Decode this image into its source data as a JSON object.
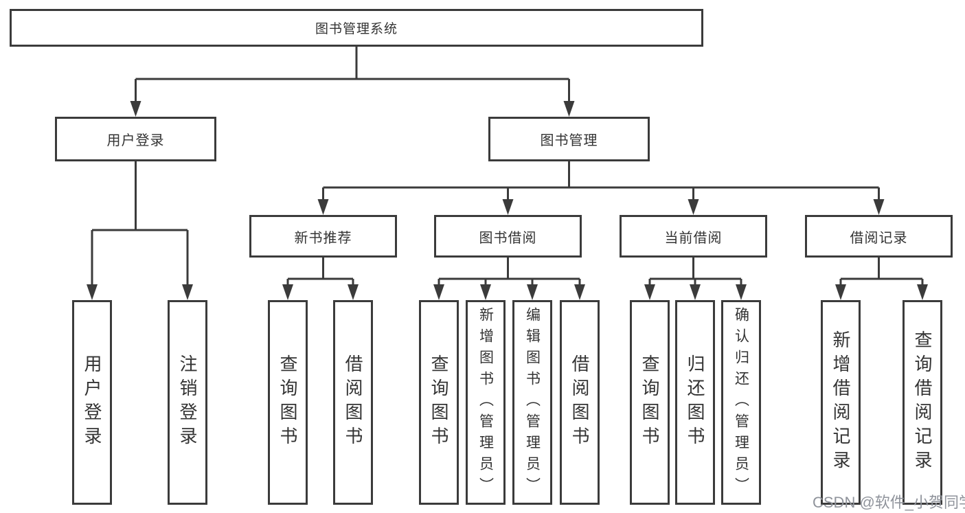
{
  "diagram": {
    "type": "tree",
    "root": {
      "label": "图书管理系统",
      "children": [
        {
          "label": "用户登录",
          "children": [
            {
              "label": "用户登录"
            },
            {
              "label": "注销登录"
            }
          ]
        },
        {
          "label": "图书管理",
          "children": [
            {
              "label": "新书推荐",
              "children": [
                {
                  "label": "查询图书"
                },
                {
                  "label": "借阅图书"
                }
              ]
            },
            {
              "label": "图书借阅",
              "children": [
                {
                  "label": "查询图书"
                },
                {
                  "label": "新增图书（管理员）"
                },
                {
                  "label": "编辑图书（管理员）"
                },
                {
                  "label": "借阅图书"
                }
              ]
            },
            {
              "label": "当前借阅",
              "children": [
                {
                  "label": "查询图书"
                },
                {
                  "label": "归还图书"
                },
                {
                  "label": "确认归还（管理员）"
                }
              ]
            },
            {
              "label": "借阅记录",
              "children": [
                {
                  "label": "新增借阅记录"
                },
                {
                  "label": "查询借阅记录"
                }
              ]
            }
          ]
        }
      ]
    }
  },
  "colors": {
    "line": "#3b3b3b",
    "box_border": "#3b3b3b",
    "text": "#333333",
    "watermark": "#8f939b",
    "background": "#ffffff"
  },
  "watermark": {
    "text": "CSDN @软件_小贺同学"
  }
}
